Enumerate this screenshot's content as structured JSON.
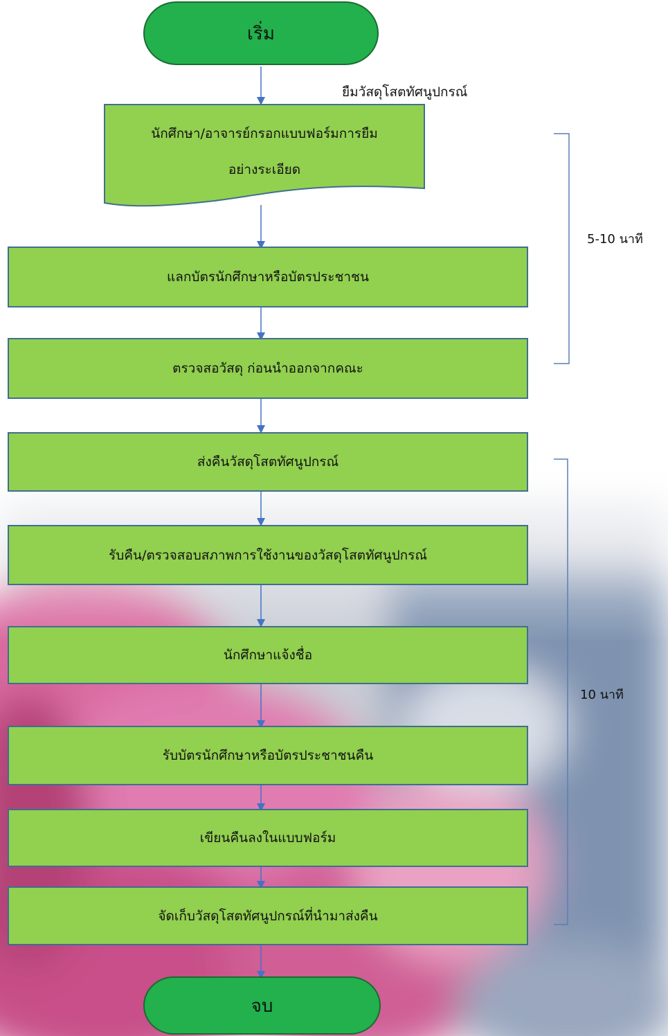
{
  "start_label": "เริ่ม",
  "end_label": "จบ",
  "borrow_note": "ยืมวัสดุโสตทัศนูปกรณ์",
  "steps": [
    {
      "line1": "นักศึกษา/อาจารย์กรอกแบบฟอร์มการยืม",
      "line2": "อย่างระเอียด"
    },
    {
      "text": "แลกบัตรนักศึกษาหรือบัตรประชาชน"
    },
    {
      "text": "ตรวจสอวัสดุ ก่อนนำออกจากคณะ"
    },
    {
      "text": "ส่งคืนวัสดุโสตทัศนูปกรณ์"
    },
    {
      "text": "รับคืน/ตรวจสอบสภาพการใช้งานของวัสดุโสตทัศนูปกรณ์"
    },
    {
      "text": "นักศึกษาแจ้งชื่อ"
    },
    {
      "text": "รับบัตรนักศึกษาหรือบัตรประชาชนคืน"
    },
    {
      "text": "เขียนคืนลงในแบบฟอร์ม"
    },
    {
      "text": "จัดเก็บวัสดุโสตทัศนูปกรณ์ที่นำมาส่งคืน"
    }
  ],
  "durations": [
    {
      "label": "5-10 นาที"
    },
    {
      "label": "10 นาที"
    }
  ],
  "colors": {
    "terminal_fill": "#22b14c",
    "step_fill": "#92d050",
    "arrow": "#4472c4",
    "bracket": "#5b7fb5"
  }
}
